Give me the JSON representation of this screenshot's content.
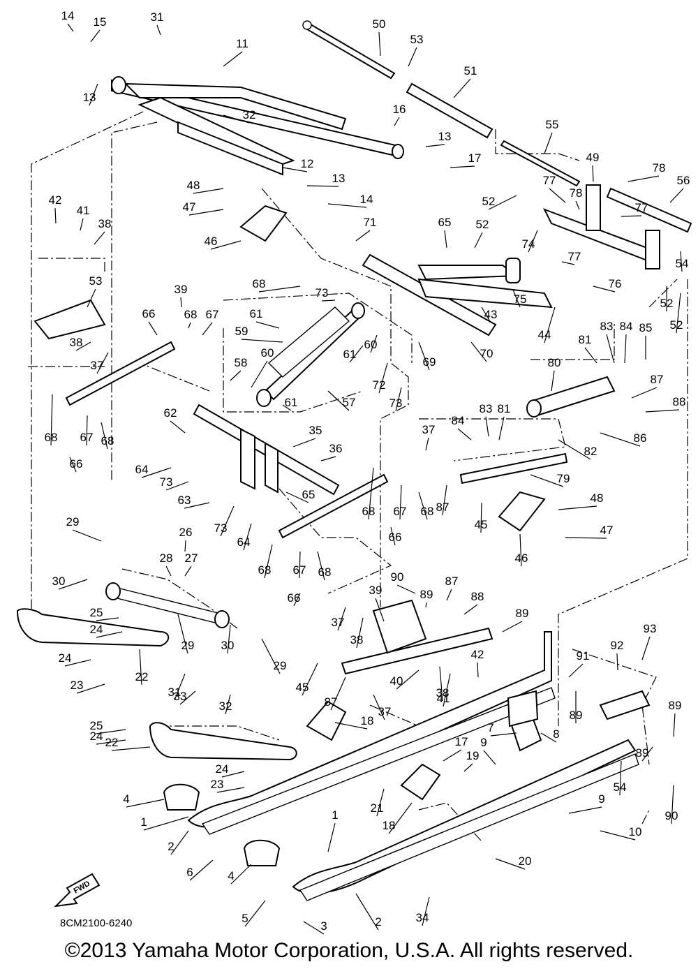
{
  "diagram_code": "8CM2100-6240",
  "copyright": "©2013 Yamaha Motor Corporation, U.S.A. All rights reserved.",
  "fwd_label": "FWD",
  "callouts": [
    "14",
    "15",
    "13",
    "31",
    "11",
    "32",
    "16",
    "12",
    "13",
    "17",
    "14",
    "13",
    "50",
    "53",
    "51",
    "55",
    "49",
    "78",
    "56",
    "77",
    "78",
    "77",
    "54",
    "52",
    "48",
    "47",
    "46",
    "42",
    "41",
    "38",
    "71",
    "65",
    "52",
    "74",
    "77",
    "76",
    "75",
    "43",
    "44",
    "52",
    "52",
    "53",
    "39",
    "66",
    "68",
    "67",
    "68",
    "73",
    "61",
    "59",
    "58",
    "60",
    "61",
    "60",
    "69",
    "70",
    "81",
    "83",
    "84",
    "85",
    "87",
    "88",
    "80",
    "38",
    "37",
    "68",
    "67",
    "68",
    "66",
    "61",
    "57",
    "72",
    "73",
    "86",
    "62",
    "35",
    "36",
    "37",
    "84",
    "83",
    "81",
    "82",
    "64",
    "73",
    "65",
    "63",
    "73",
    "64",
    "68",
    "67",
    "68",
    "66",
    "87",
    "79",
    "48",
    "45",
    "47",
    "46",
    "29",
    "26",
    "28",
    "27",
    "30",
    "68",
    "67",
    "68",
    "66",
    "90",
    "87",
    "88",
    "25",
    "24",
    "24",
    "22",
    "23",
    "29",
    "30",
    "29",
    "37",
    "39",
    "38",
    "89",
    "89",
    "31",
    "33",
    "32",
    "45",
    "87",
    "37",
    "40",
    "38",
    "41",
    "42",
    "91",
    "92",
    "93",
    "89",
    "25",
    "24",
    "22",
    "24",
    "23",
    "18",
    "7",
    "17",
    "19",
    "9",
    "8",
    "89",
    "89",
    "54",
    "4",
    "1",
    "21",
    "18",
    "9",
    "90",
    "10",
    "2",
    "1",
    "20",
    "6",
    "4",
    "5",
    "3",
    "2",
    "34"
  ]
}
